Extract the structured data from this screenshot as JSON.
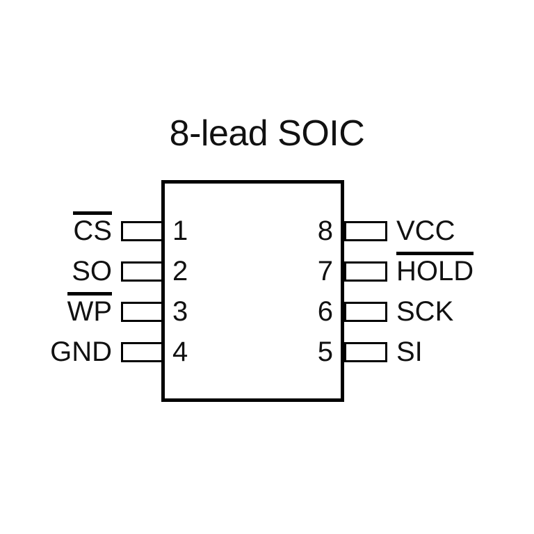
{
  "diagram": {
    "title": "8-lead SOIC",
    "package": "SOIC",
    "lead_count": 8,
    "colors": {
      "background": "#ffffff",
      "outline": "#000000",
      "text": "#111111"
    },
    "pins": {
      "left": [
        {
          "number": "1",
          "label": "CS",
          "overline": true
        },
        {
          "number": "2",
          "label": "SO",
          "overline": false
        },
        {
          "number": "3",
          "label": "WP",
          "overline": true
        },
        {
          "number": "4",
          "label": "GND",
          "overline": false
        }
      ],
      "right": [
        {
          "number": "8",
          "label": "VCC",
          "overline": false
        },
        {
          "number": "7",
          "label": "HOLD",
          "overline": true
        },
        {
          "number": "6",
          "label": "SCK",
          "overline": false
        },
        {
          "number": "5",
          "label": "SI",
          "overline": false
        }
      ]
    }
  }
}
